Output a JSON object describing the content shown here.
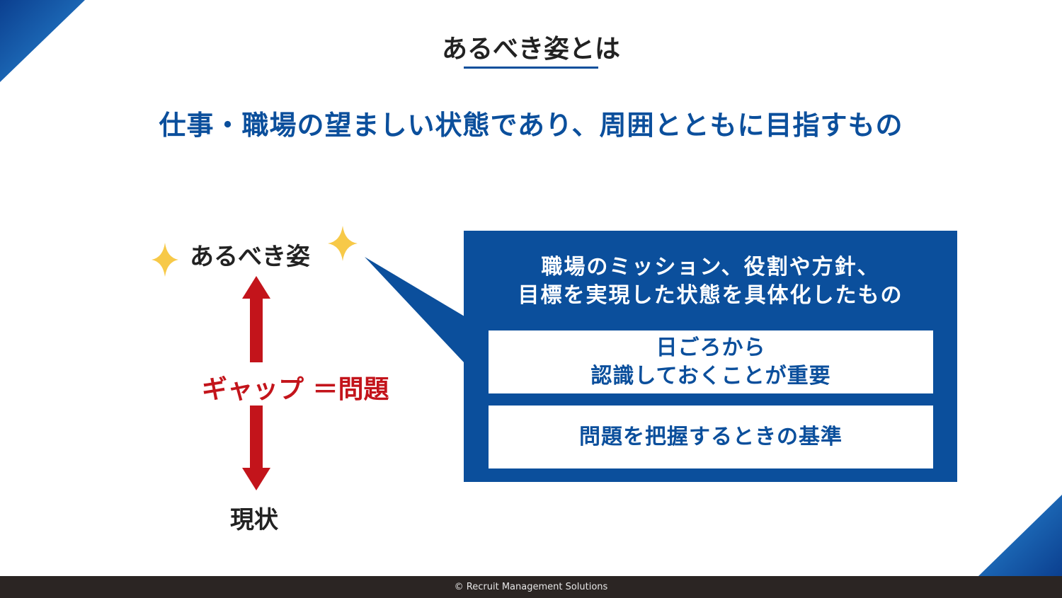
{
  "title": "あるべき姿とは",
  "subtitle": "仕事・職場の望ましい状態であり、周囲とともに目指すもの",
  "diagram": {
    "ideal_label": "あるべき姿",
    "gap_label": "ギャップ ＝問題",
    "current_label": "現状",
    "arrow_color": "#c3141b",
    "sparkle_color": "#f7c948"
  },
  "callout": {
    "heading_line1": "職場のミッション、役割や方針、",
    "heading_line2": "目標を実現した状態を具体化したもの",
    "box1_line1": "日ごろから",
    "box1_line2": "認識しておくことが重要",
    "box2": "問題を把握するときの基準",
    "color": "#0b4f9c"
  },
  "footer": "© Recruit Management Solutions"
}
